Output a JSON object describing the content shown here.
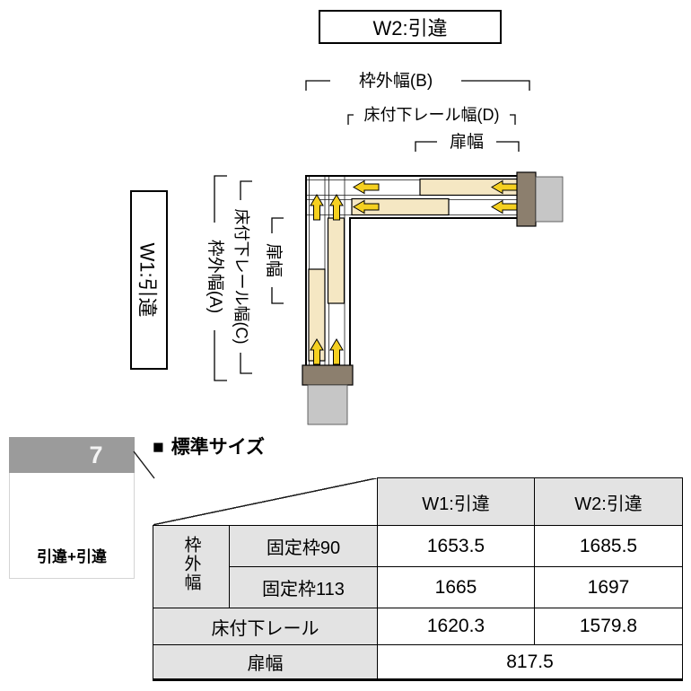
{
  "labels": {
    "w2_box": "W2:引違",
    "w1_box": "W1:引違"
  },
  "diagram": {
    "dim_outer_b": "枠外幅(B)",
    "dim_rail_d": "床付下レール幅(D)",
    "dim_door_top": "扉幅",
    "dim_outer_a": "枠外幅(A)",
    "dim_rail_c": "床付下レール幅(C)",
    "dim_door_left": "扉幅",
    "colors": {
      "panel": "#f5e7c3",
      "arrow": "#f5d020",
      "frame_block": "#8c7f6e",
      "wall": "#c6c6c6"
    }
  },
  "index_tab": {
    "number": "7",
    "label": "引違+引違"
  },
  "standard_size": {
    "heading_marker": "■",
    "heading": "標準サイズ",
    "columns": [
      "W1:引違",
      "W2:引違"
    ],
    "outer_group": "枠外幅",
    "rows": [
      {
        "label": "固定枠90",
        "w1": "1653.5",
        "w2": "1685.5"
      },
      {
        "label": "固定枠113",
        "w1": "1665",
        "w2": "1697"
      }
    ],
    "rail": {
      "label": "床付下レール",
      "w1": "1620.3",
      "w2": "1579.8"
    },
    "door": {
      "label": "扉幅",
      "value": "817.5"
    }
  }
}
